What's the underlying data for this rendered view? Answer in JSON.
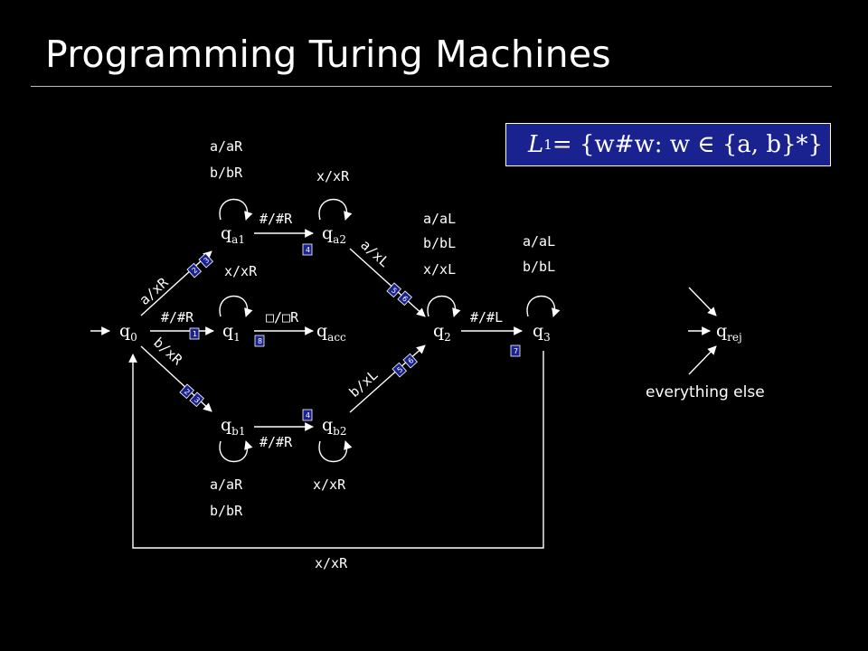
{
  "title": "Programming Turing Machines",
  "language": {
    "L": "L",
    "sub": "1",
    "def": " = {w#w: w ∈ {a, b}*}"
  },
  "states": {
    "q0": {
      "name": "q",
      "sub": "0"
    },
    "q1": {
      "name": "q",
      "sub": "1"
    },
    "qa1": {
      "name": "q",
      "sub": "a1"
    },
    "qa2": {
      "name": "q",
      "sub": "a2"
    },
    "qacc": {
      "name": "q",
      "sub": "acc"
    },
    "qb1": {
      "name": "q",
      "sub": "b1"
    },
    "qb2": {
      "name": "q",
      "sub": "b2"
    },
    "q2": {
      "name": "q",
      "sub": "2"
    },
    "q3": {
      "name": "q",
      "sub": "3"
    },
    "qrej": {
      "name": "q",
      "sub": "rej"
    }
  },
  "labels": {
    "qa1_loop_1": "a/aR",
    "qa1_loop_2": "b/bR",
    "qa2_loop": "x/xR",
    "qa1_qa2": "#/#R",
    "q0_qa1": "a/xR",
    "q1_loop": "x/xR",
    "q0_q1": "#/#R",
    "q1_qacc": "□/□R",
    "q0_qb1": "b/xR",
    "qa2_q2": "a/xL",
    "q2_loop_1": "a/aL",
    "q2_loop_2": "b/bL",
    "q2_loop_3": "x/xL",
    "q3_loop_1": "a/aL",
    "q3_loop_2": "b/bL",
    "q2_q3": "#/#L",
    "qb2_q2": "b/xL",
    "qb1_qb2": "#/#R",
    "qb1_loop_1": "a/aR",
    "qb1_loop_2": "b/bR",
    "qb2_loop": "x/xR",
    "q3_q0": "x/xR",
    "else": "everything else"
  },
  "badges": {
    "b1": "1",
    "b2": "2",
    "b3": "3",
    "b4": "4",
    "b5": "5",
    "b6": "6",
    "b7": "7",
    "b8": "8"
  }
}
